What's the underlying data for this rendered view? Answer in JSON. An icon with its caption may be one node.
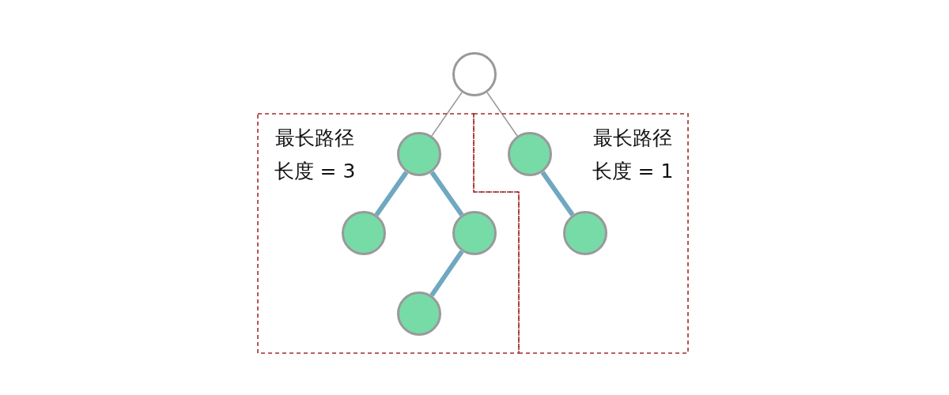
{
  "diagram": {
    "nodes": [
      {
        "text": [],
        "shape": "circle"
      },
      {
        "text": [
          "最长路径长度 = 3"
        ]
      },
      {
        "text": [
          "最长路径长度 = 1"
        ]
      },
      {
        "text": [],
        "shape": "circle",
        "in": 1
      },
      {
        "text": [],
        "shape": "circle",
        "in": 1
      },
      {
        "text": [],
        "shape": "circle",
        "in": 1
      },
      {
        "text": [],
        "shape": "circle",
        "in": 1
      },
      {
        "text": [],
        "shape": "circle",
        "in": 2
      },
      {
        "text": [],
        "shape": "circle",
        "in": 2
      }
    ],
    "edges": [
      {
        "from": 0,
        "to": 3,
        "arrow": "none",
        "color": "#999999"
      },
      {
        "from": 0,
        "to": 7,
        "arrow": "none",
        "color": "#999999"
      },
      {
        "from": 3,
        "to": 4,
        "arrow": "none"
      },
      {
        "from": 3,
        "to": 5,
        "arrow": "none"
      },
      {
        "from": 5,
        "to": 6,
        "arrow": "none"
      },
      {
        "from": 7,
        "to": 8,
        "arrow": "none"
      }
    ]
  }
}
